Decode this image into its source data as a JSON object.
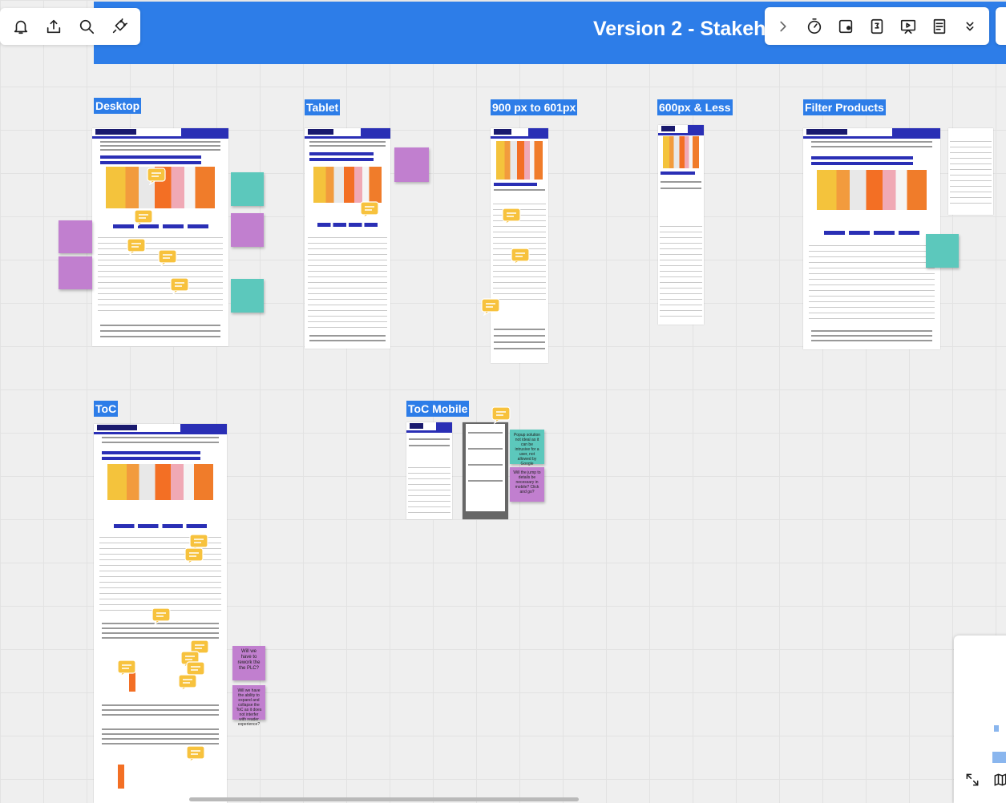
{
  "board": {
    "title": "Version 2 - Stakeh",
    "colors": {
      "banner": "#2d7de8",
      "label_bg": "#2d7de8",
      "sticky_purple": "#c17fcf",
      "sticky_teal": "#5cc8bc",
      "comment": "#f7c23d"
    }
  },
  "toolbar_left": [
    {
      "name": "notifications-icon"
    },
    {
      "name": "export-icon"
    },
    {
      "name": "search-icon"
    },
    {
      "name": "plugin-icon"
    }
  ],
  "toolbar_right": [
    {
      "name": "chevron-right-icon"
    },
    {
      "name": "timer-icon"
    },
    {
      "name": "card-icon"
    },
    {
      "name": "vote-icon"
    },
    {
      "name": "present-icon"
    },
    {
      "name": "notes-icon"
    },
    {
      "name": "chevron-double-down-icon"
    }
  ],
  "frames": {
    "desktop": "Desktop",
    "tablet": "Tablet",
    "px900": "900 px to 601px",
    "px600": "600px & Less",
    "filter": "Filter Products",
    "toc": "ToC",
    "toc_mobile": "ToC Mobile"
  },
  "stickies": {
    "toc_1": "Will we have to rework the the PLC?",
    "toc_2": "Will we have the ability to expand and collapse the ToC as it does not interfer with reader experience?",
    "mobile_1": "Popup solution not ideal as it can be intrusive for a user, not allowed by Google",
    "mobile_2": "Will the jump to details be necessary in mobile? Click and go?"
  }
}
